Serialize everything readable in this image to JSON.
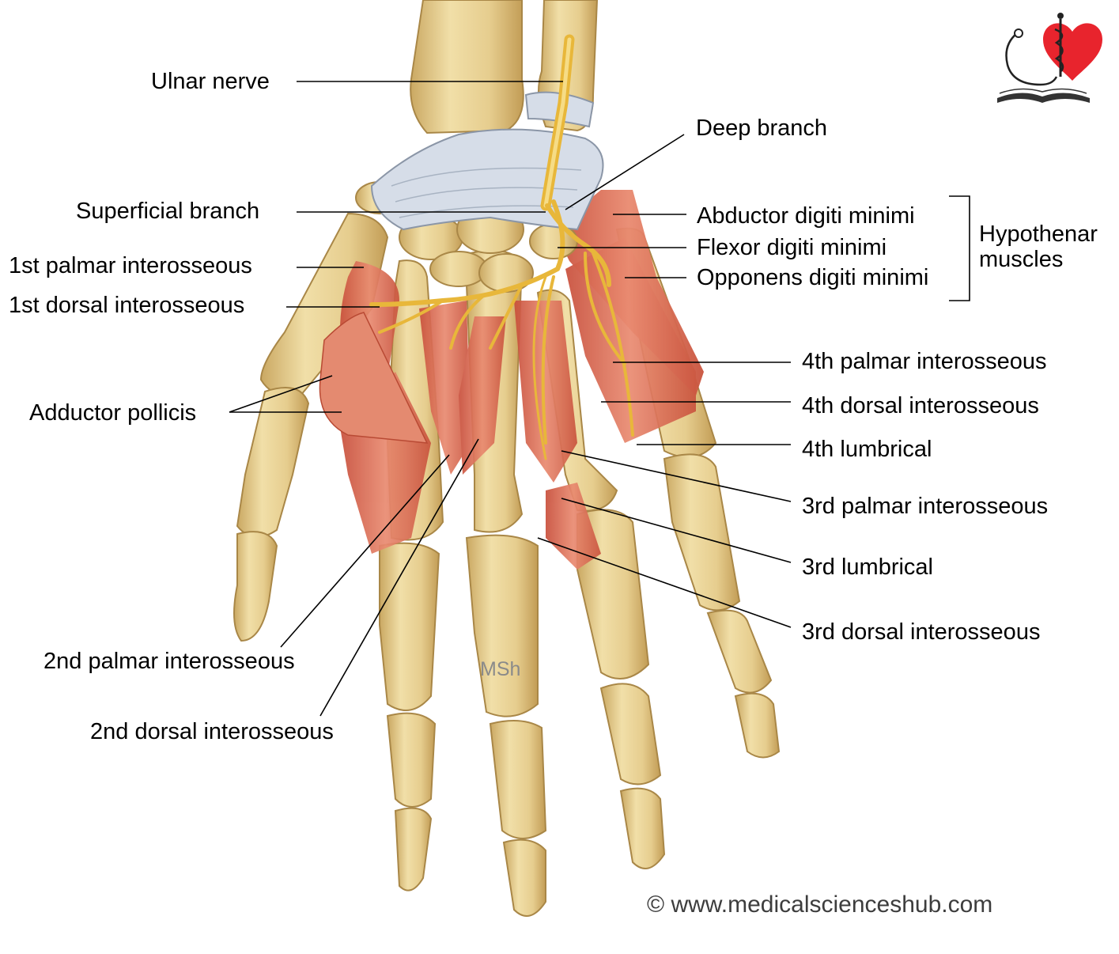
{
  "labels": {
    "ulnar_nerve": "Ulnar nerve",
    "deep_branch": "Deep branch",
    "superficial_branch": "Superficial branch",
    "first_palmar_interosseous": "1st palmar interosseous",
    "first_dorsal_interosseous": "1st dorsal interosseous",
    "adductor_pollicis": "Adductor pollicis",
    "abductor_digiti_minimi": "Abductor digiti minimi",
    "flexor_digiti_minimi": "Flexor digiti minimi",
    "opponens_digiti_minimi": "Opponens digiti minimi",
    "hypothenar_line1": "Hypothenar",
    "hypothenar_line2": "muscles",
    "fourth_palmar_interosseous": "4th palmar interosseous",
    "fourth_dorsal_interosseous": "4th dorsal interosseous",
    "fourth_lumbrical": "4th lumbrical",
    "third_palmar_interosseous": "3rd palmar interosseous",
    "third_lumbrical": "3rd lumbrical",
    "third_dorsal_interosseous": "3rd dorsal interosseous",
    "second_palmar_interosseous": "2nd palmar interosseous",
    "second_dorsal_interosseous": "2nd dorsal interosseous"
  },
  "watermark": "MSh",
  "copyright": "© www.medicalscienceshub.com",
  "colors": {
    "bone": "#e6cf93",
    "bone_shadow": "#c9a861",
    "ligament": "#d3dbe6",
    "muscle": "#e07b62",
    "muscle_dark": "#c8553f",
    "nerve": "#efc24a",
    "logo_heart": "#e8242d"
  },
  "icons": {
    "logo": "heart-stethoscope-book-icon"
  }
}
